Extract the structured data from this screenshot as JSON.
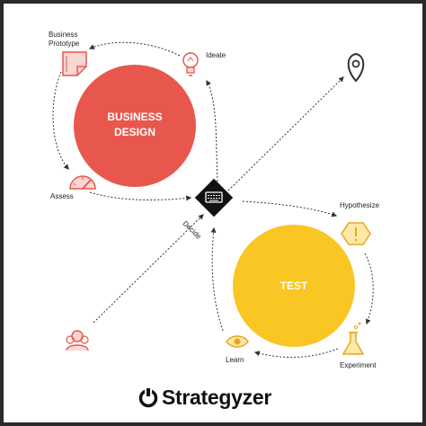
{
  "nodes": {
    "business_design": "BUSINESS\nDESIGN",
    "test": "TEST",
    "decide": "Decide"
  },
  "steps": {
    "business_prototype": "Business\nPrototype",
    "ideate": "Ideate",
    "assess": "Assess",
    "hypothesize": "Hypothesize",
    "experiment": "Experiment",
    "learn": "Learn"
  },
  "brand": {
    "name": "Strategyzer"
  },
  "colors": {
    "red": "#e8574e",
    "yellow": "#fac623",
    "black": "#111111",
    "dashes": "#333333"
  },
  "icons": {
    "business_prototype": "document-icon",
    "ideate": "lightbulb-icon",
    "assess": "gauge-icon",
    "decide": "keyboard-icon",
    "hypothesize": "warning-icon",
    "experiment": "flask-icon",
    "learn": "eye-icon",
    "destination": "map-pin-icon",
    "start": "people-icon",
    "logo": "strategyzer-logo-icon"
  }
}
